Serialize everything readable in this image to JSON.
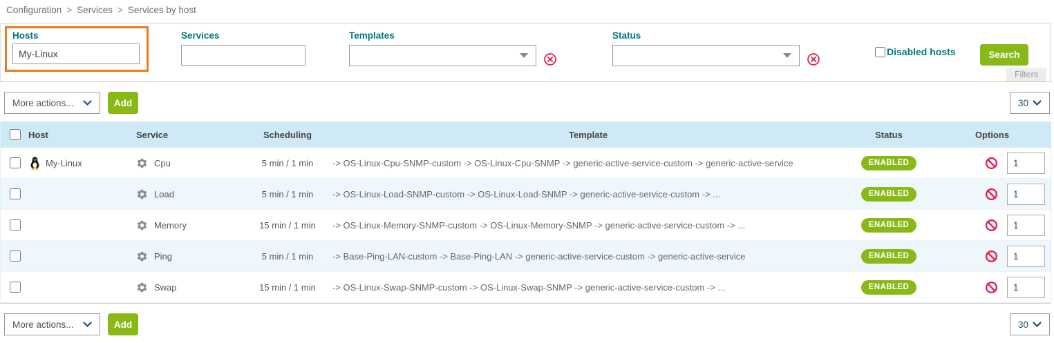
{
  "breadcrumb": {
    "items": [
      "Configuration",
      "Services",
      "Services by host"
    ],
    "separator": ">"
  },
  "filters": {
    "hosts": {
      "label": "Hosts",
      "value": "My-Linux"
    },
    "services": {
      "label": "Services",
      "value": ""
    },
    "templates": {
      "label": "Templates",
      "value": ""
    },
    "status": {
      "label": "Status",
      "value": ""
    },
    "disabled_hosts_label": "Disabled hosts",
    "search_button": "Search",
    "filters_tab": "Filters"
  },
  "toolbar": {
    "more_actions": "More actions...",
    "add_button": "Add",
    "page_size": "30"
  },
  "table": {
    "headers": {
      "host": "Host",
      "service": "Service",
      "scheduling": "Scheduling",
      "template": "Template",
      "status": "Status",
      "options": "Options"
    },
    "rows": [
      {
        "host": "My-Linux",
        "service": "Cpu",
        "scheduling": "5 min / 1 min",
        "template": "-> OS-Linux-Cpu-SNMP-custom -> OS-Linux-Cpu-SNMP -> generic-active-service-custom -> generic-active-service",
        "status": "ENABLED",
        "options_value": "1"
      },
      {
        "host": "",
        "service": "Load",
        "scheduling": "5 min / 1 min",
        "template": "-> OS-Linux-Load-SNMP-custom -> OS-Linux-Load-SNMP -> generic-active-service-custom -> ...",
        "status": "ENABLED",
        "options_value": "1"
      },
      {
        "host": "",
        "service": "Memory",
        "scheduling": "15 min / 1 min",
        "template": "-> OS-Linux-Memory-SNMP-custom -> OS-Linux-Memory-SNMP -> generic-active-service-custom -> ...",
        "status": "ENABLED",
        "options_value": "1"
      },
      {
        "host": "",
        "service": "Ping",
        "scheduling": "5 min / 1 min",
        "template": "-> Base-Ping-LAN-custom -> Base-Ping-LAN -> generic-active-service-custom -> generic-active-service",
        "status": "ENABLED",
        "options_value": "1"
      },
      {
        "host": "",
        "service": "Swap",
        "scheduling": "15 min / 1 min",
        "template": "-> OS-Linux-Swap-SNMP-custom -> OS-Linux-Swap-SNMP -> generic-active-service-custom -> ...",
        "status": "ENABLED",
        "options_value": "1"
      }
    ]
  },
  "colors": {
    "accent_green": "#88b917",
    "label_teal": "#00787e",
    "highlight_orange": "#e87b1e",
    "danger_red": "#e0234e",
    "table_header_bg": "#cfe9f7",
    "row_alt_bg": "#eef7fc"
  }
}
